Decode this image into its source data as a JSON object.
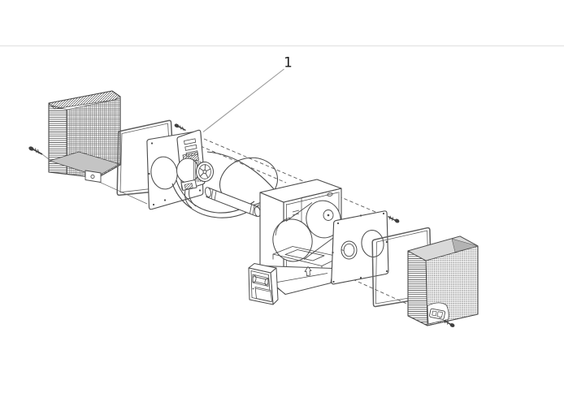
{
  "page": {
    "background": "#ffffff",
    "divider_color": "#e2e2e2"
  },
  "diagram": {
    "type": "exploded-view-technical-drawing",
    "line_color": "#4a4a4a",
    "leader_color": "#9a9a9a",
    "panel_gray": "#d9d9d9",
    "callout": {
      "label": "1"
    },
    "parts": [
      "fixing-screw-left",
      "front-grille-left",
      "seal-gasket-left",
      "motor-mounting-plate",
      "fan-motor-assembly",
      "fixing-screw-motor-plate",
      "wiring-loom",
      "flexible-conduit",
      "wall-sleeve-housing",
      "blower-wheel",
      "outlet-duct",
      "control-module",
      "rear-mounting-plate",
      "fixing-screw-rear-plate",
      "seal-gasket-right",
      "front-grille-right",
      "rating-plate",
      "fixing-screw-right"
    ]
  }
}
